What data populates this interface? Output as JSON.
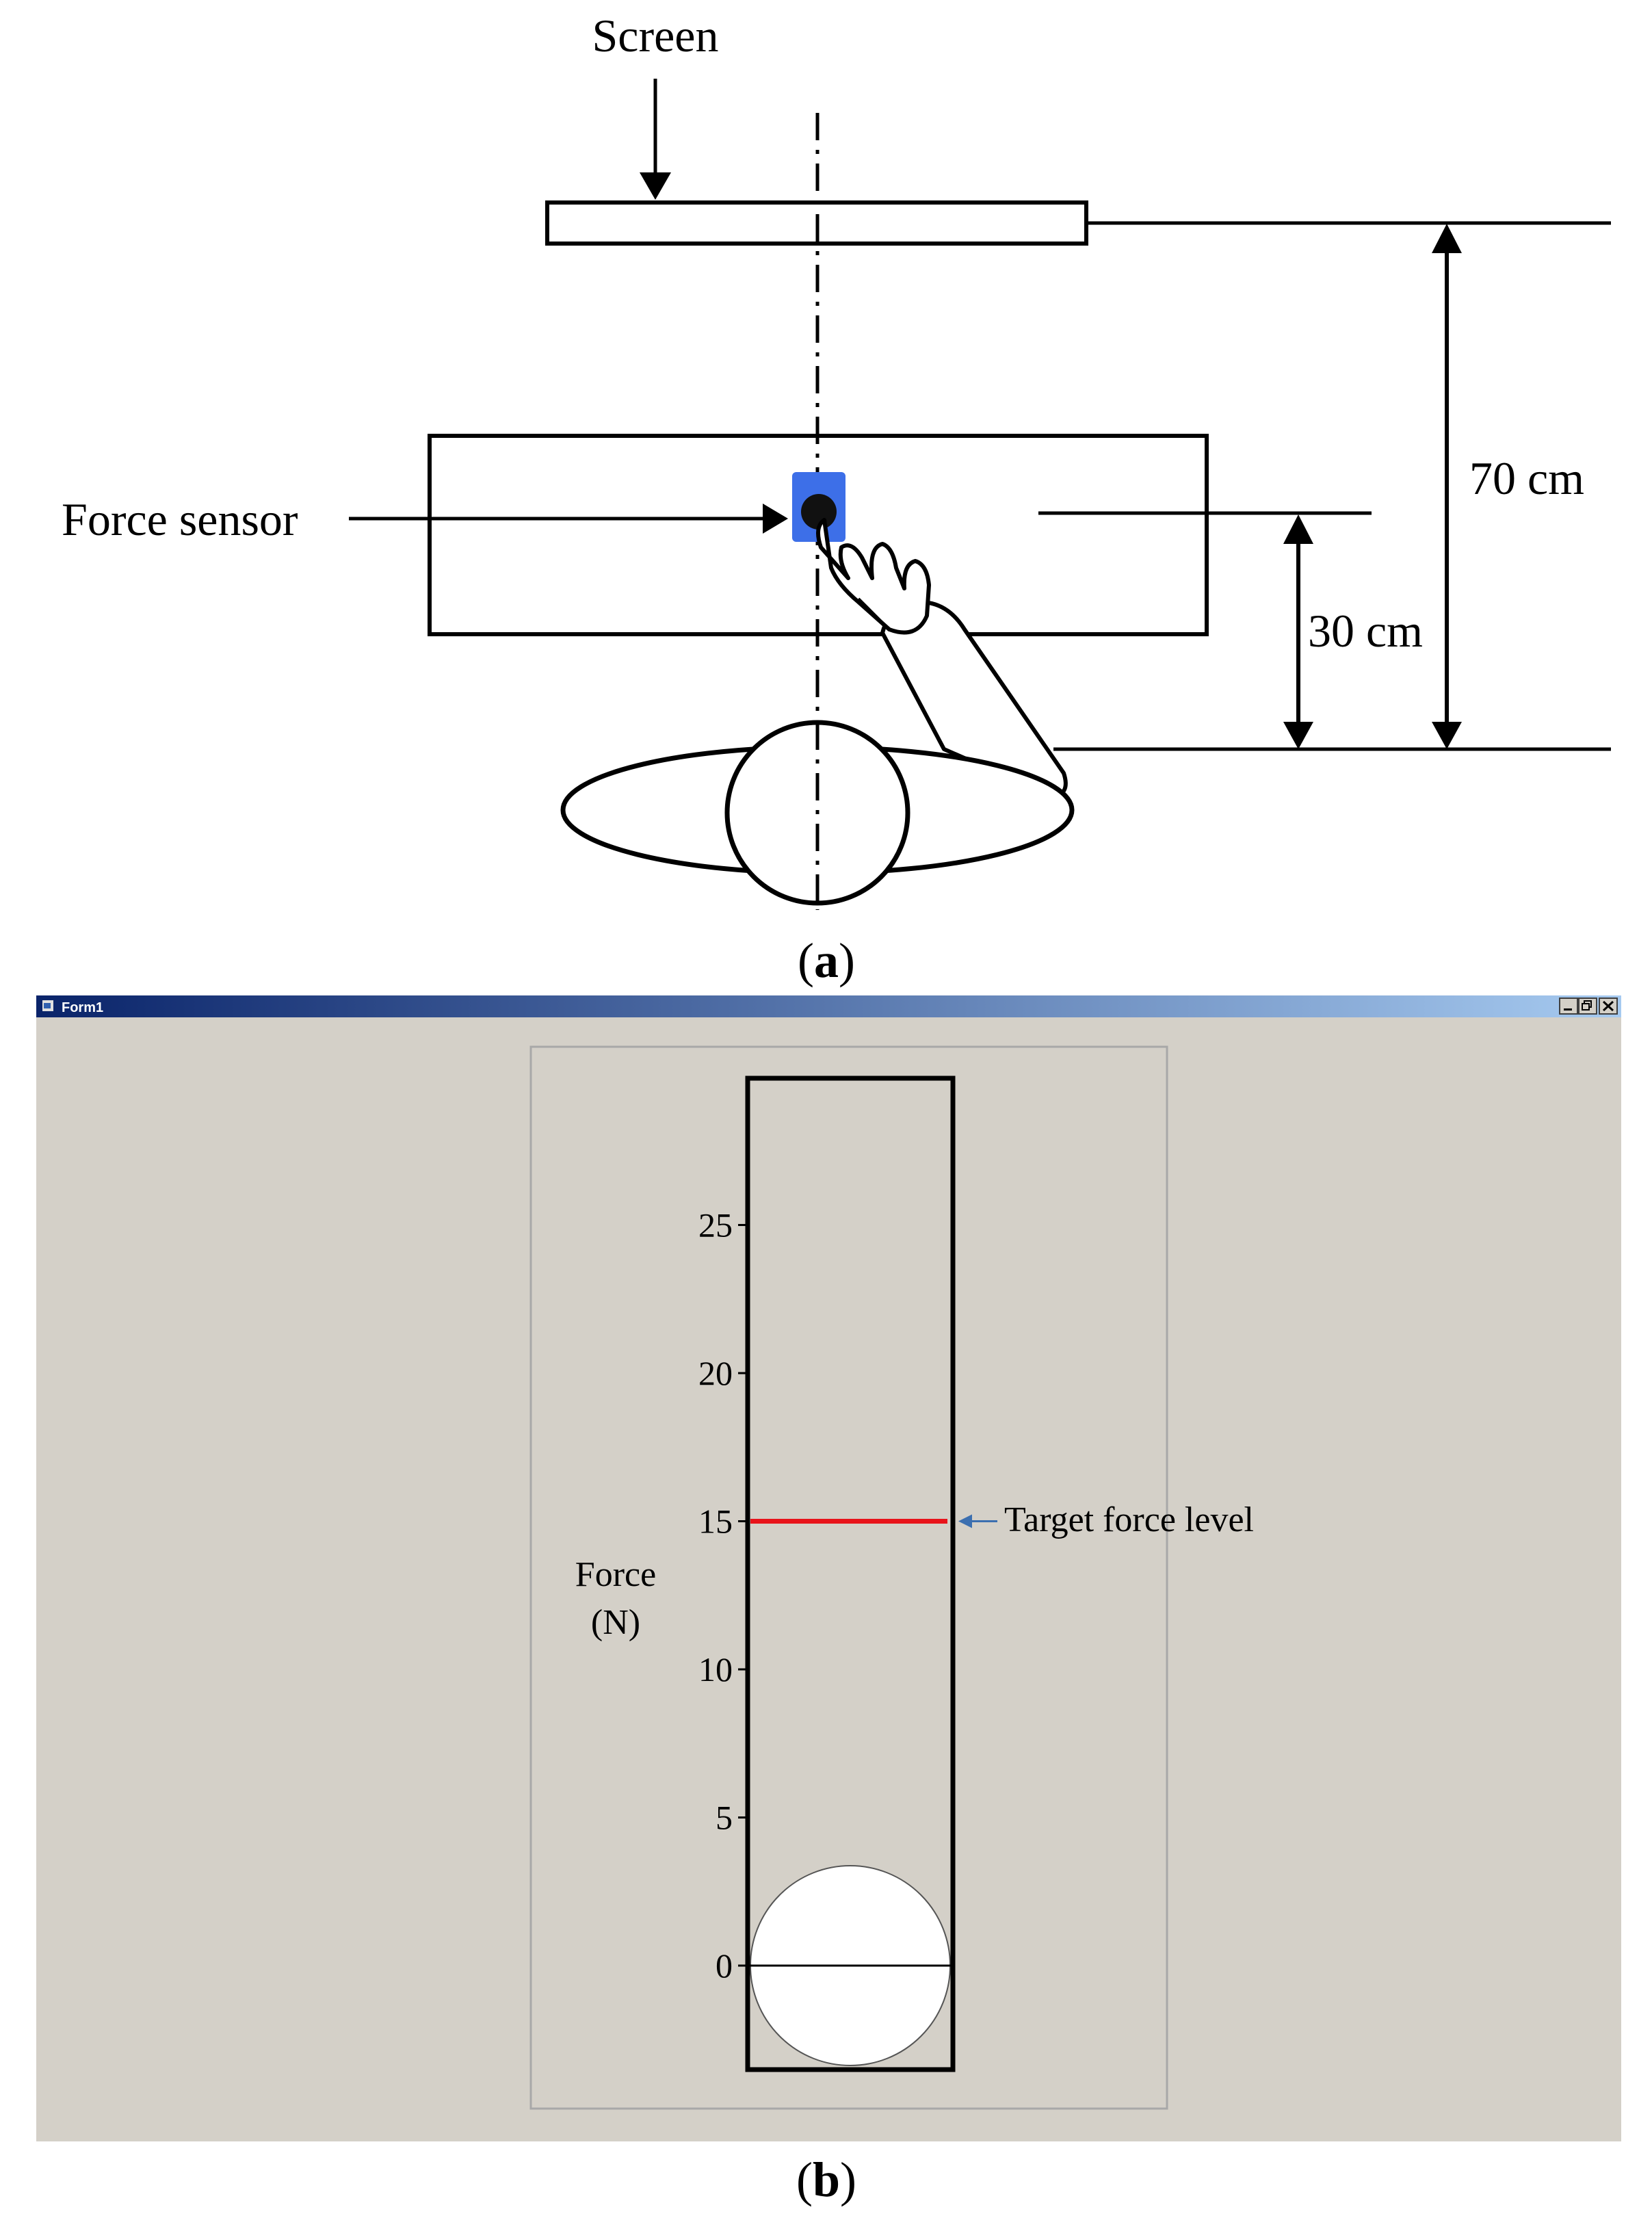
{
  "panel_a": {
    "screen_label": "Screen",
    "force_sensor_label": "Force sensor",
    "dist_70": "70 cm",
    "dist_30": "30 cm",
    "caption": "a"
  },
  "panel_b": {
    "window_title": "Form1",
    "window_controls": [
      "minimize-icon",
      "restore-icon",
      "close-icon"
    ],
    "y_label_line1": "Force",
    "y_label_line2": "(N)",
    "ticks": [
      "0",
      "5",
      "10",
      "15",
      "20",
      "25"
    ],
    "tick_values": [
      0,
      5,
      10,
      15,
      20,
      25
    ],
    "target_force_label": "Target force level",
    "target_force_value": 15,
    "current_force_value": 0,
    "colors": {
      "form_bg": "#d4d0c8",
      "sensor_blue": "#3d6fe8",
      "target_red": "#e8131a",
      "arrow_blue": "#3c6fb0"
    },
    "caption": "b"
  }
}
